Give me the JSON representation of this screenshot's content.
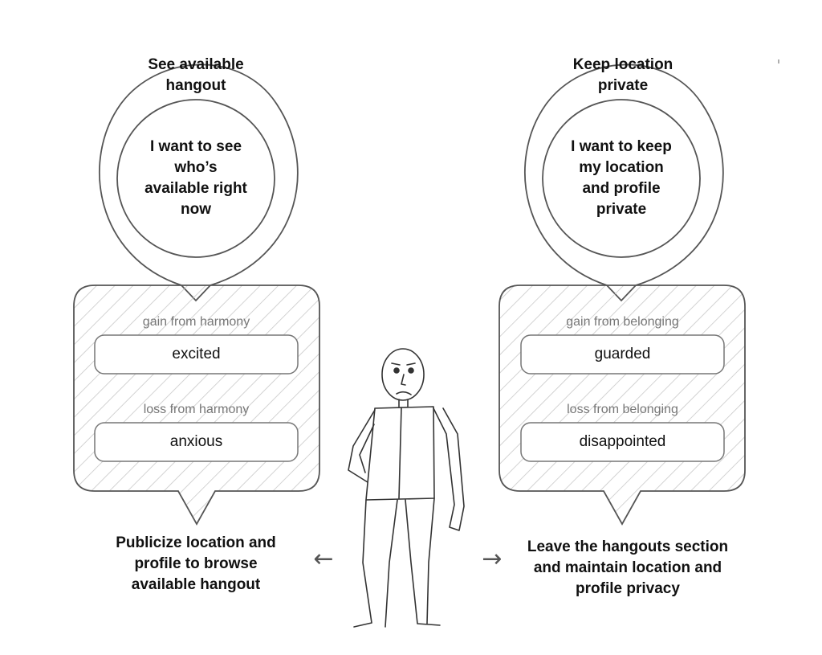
{
  "left": {
    "goal": [
      "See available",
      "hangout"
    ],
    "need": [
      "I want to see",
      "who’s",
      "available right",
      "now"
    ],
    "gain_label": "gain from harmony",
    "gain_value": "excited",
    "loss_label": "loss from harmony",
    "loss_value": "anxious",
    "action": [
      "Publicize location and",
      "profile to browse",
      "available hangout"
    ]
  },
  "right": {
    "goal": [
      "Keep location",
      "private"
    ],
    "need": [
      "I want to keep",
      "my location",
      "and profile",
      "private"
    ],
    "gain_label": "gain from belonging",
    "gain_value": "guarded",
    "loss_label": "loss from belonging",
    "loss_value": "disappointed",
    "action": [
      "Leave the hangouts section",
      "and maintain location and",
      "profile privacy"
    ]
  },
  "arrows": {
    "left": "←",
    "right": "→"
  }
}
